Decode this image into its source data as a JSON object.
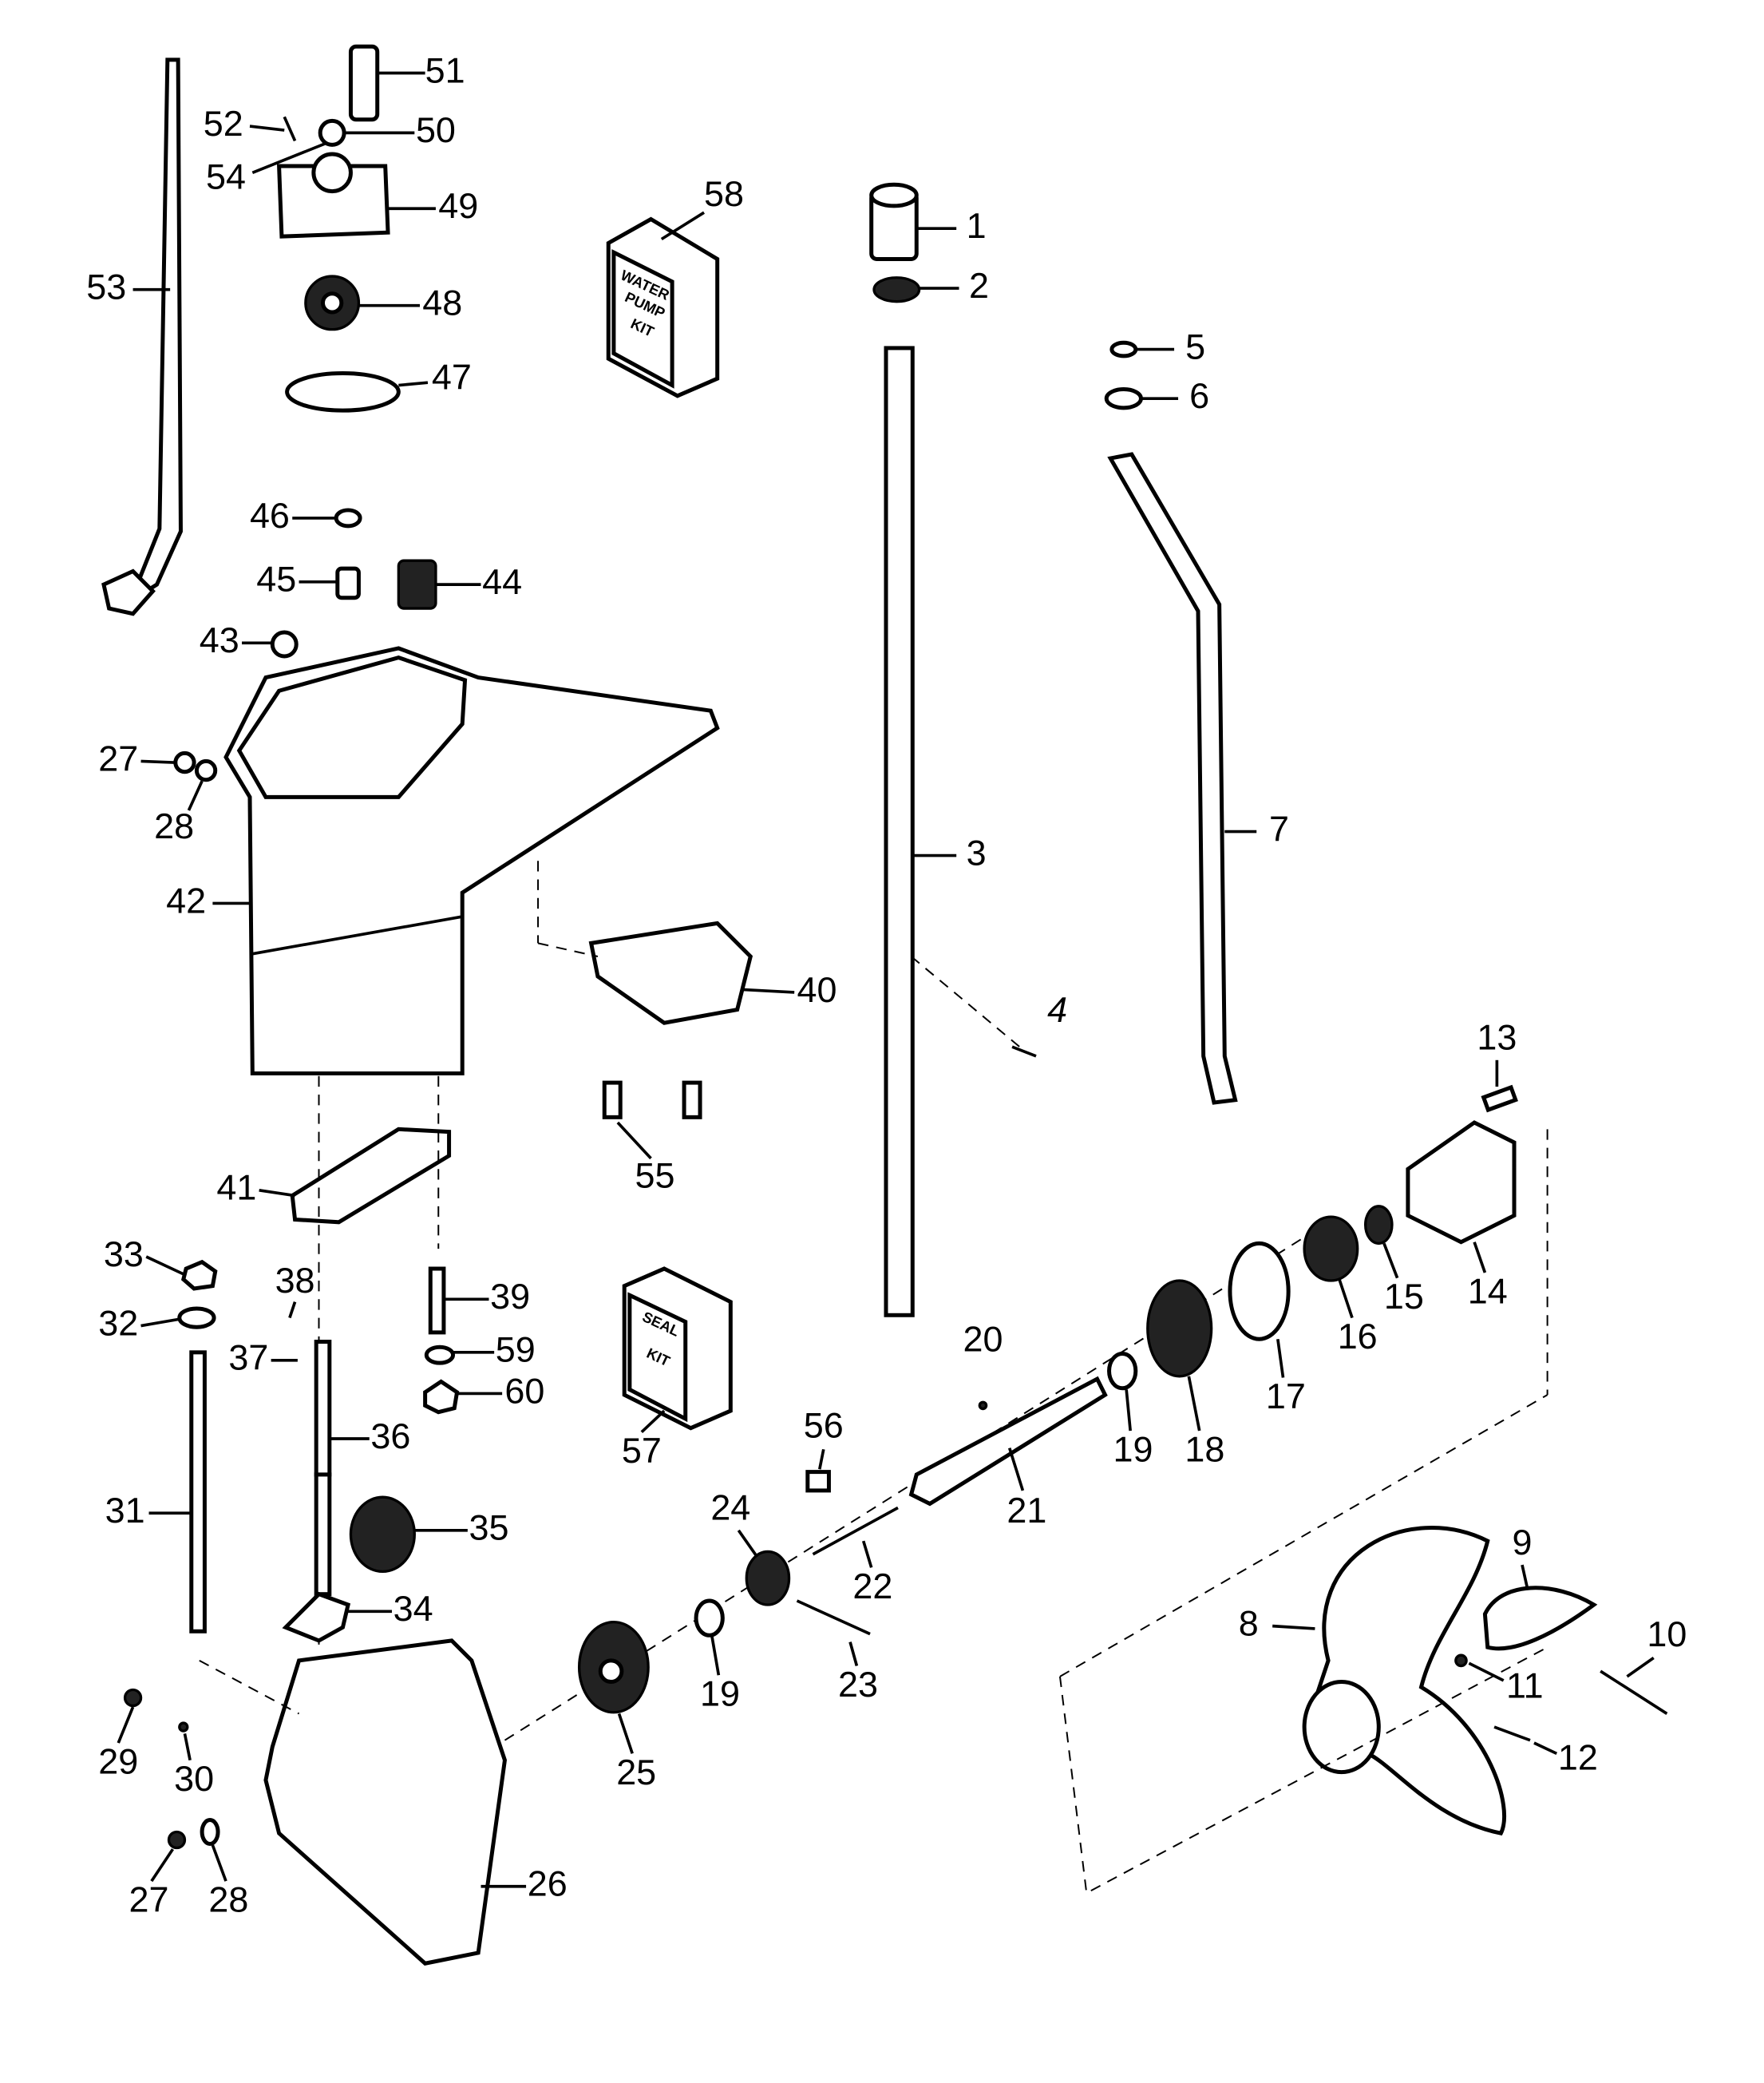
{
  "diagram": {
    "callouts": [
      "51",
      "52",
      "50",
      "54",
      "49",
      "48",
      "47",
      "53",
      "58",
      "1",
      "2",
      "5",
      "6",
      "46",
      "45",
      "44",
      "43",
      "27",
      "28",
      "42",
      "3",
      "7",
      "40",
      "4",
      "13",
      "55",
      "41",
      "14",
      "15",
      "16",
      "17",
      "33",
      "38",
      "39",
      "32",
      "37",
      "59",
      "60",
      "20",
      "19",
      "18",
      "57",
      "56",
      "36",
      "21",
      "31",
      "35",
      "24",
      "22",
      "9",
      "34",
      "23",
      "8",
      "10",
      "19",
      "11",
      "29",
      "30",
      "25",
      "12",
      "27",
      "28",
      "26"
    ],
    "water_pump_kit_label": [
      "WATER",
      "PUMP",
      "KIT"
    ],
    "seal_kit_label": [
      "SEAL",
      "KIT"
    ]
  }
}
